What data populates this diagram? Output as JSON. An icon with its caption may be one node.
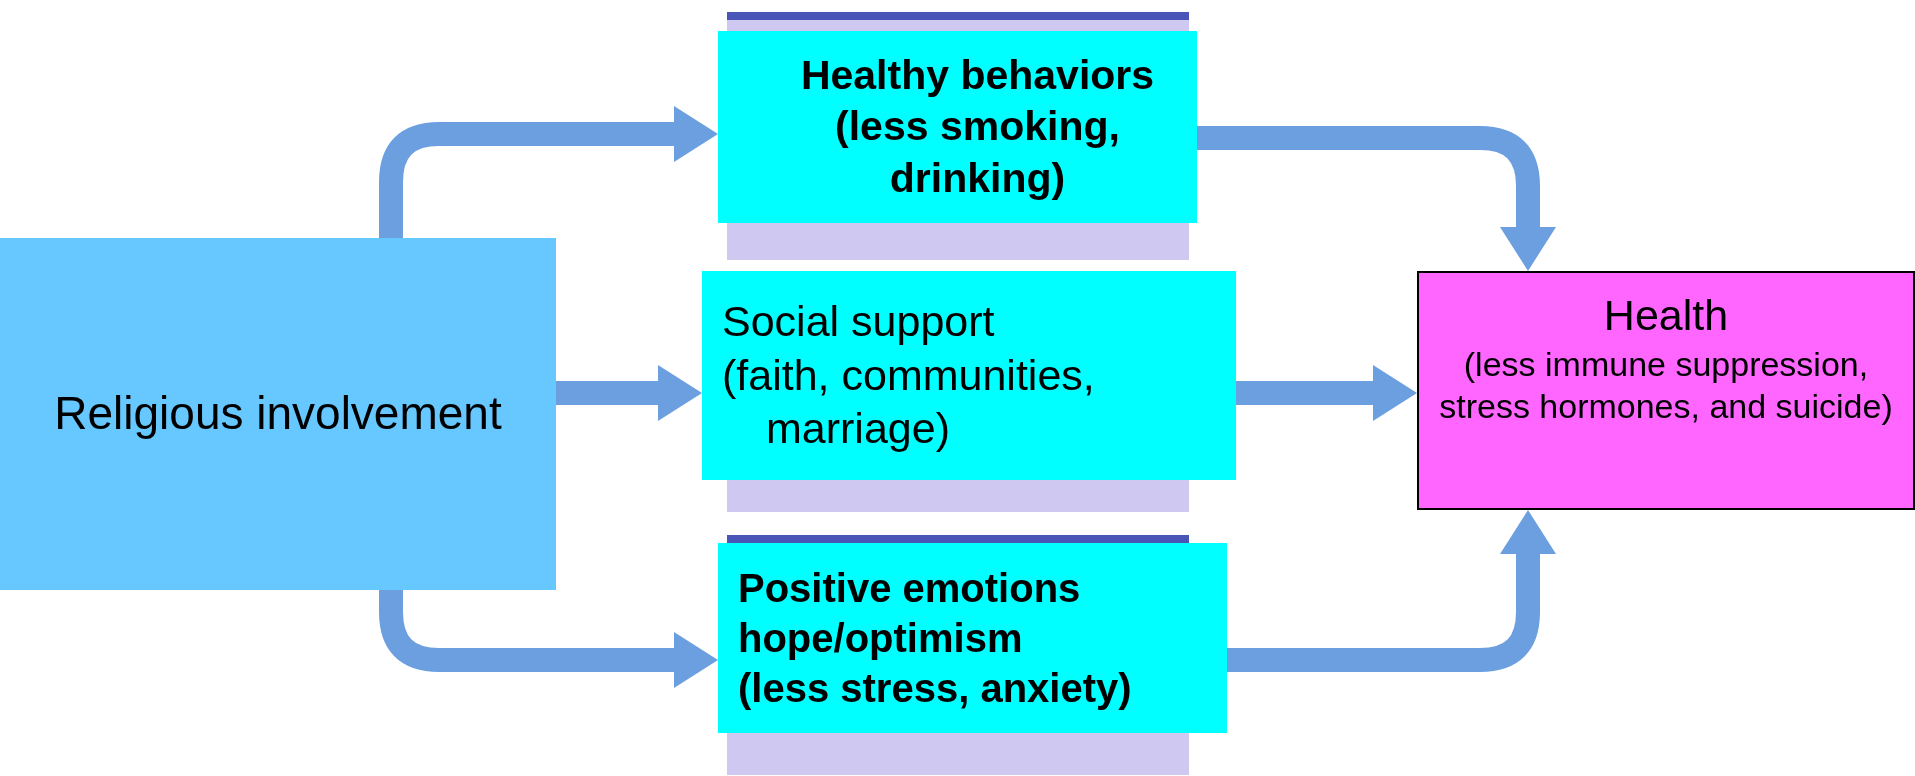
{
  "diagram": {
    "nodes": [
      {
        "text": [
          "Religious involvement"
        ]
      },
      {
        "text": [
          "Healthy behaviors",
          "(less smoking, drinking)"
        ]
      },
      {
        "text": [
          "Social support",
          "(faith, communities, marriage)"
        ]
      },
      {
        "text": [
          "Positive emotions",
          "hope/optimism",
          "(less stress, anxiety)"
        ]
      },
      {
        "text": [
          "Health",
          "(less immune suppression,  stress hormones, and suicide)"
        ]
      }
    ],
    "edges": [
      {
        "from": 0,
        "to": 1,
        "arrow": "to"
      },
      {
        "from": 0,
        "to": 2,
        "arrow": "to"
      },
      {
        "from": 0,
        "to": 3,
        "arrow": "to"
      },
      {
        "from": 1,
        "to": 4,
        "arrow": "to"
      },
      {
        "from": 2,
        "to": 4,
        "arrow": "to"
      },
      {
        "from": 3,
        "to": 4,
        "arrow": "to"
      }
    ]
  }
}
